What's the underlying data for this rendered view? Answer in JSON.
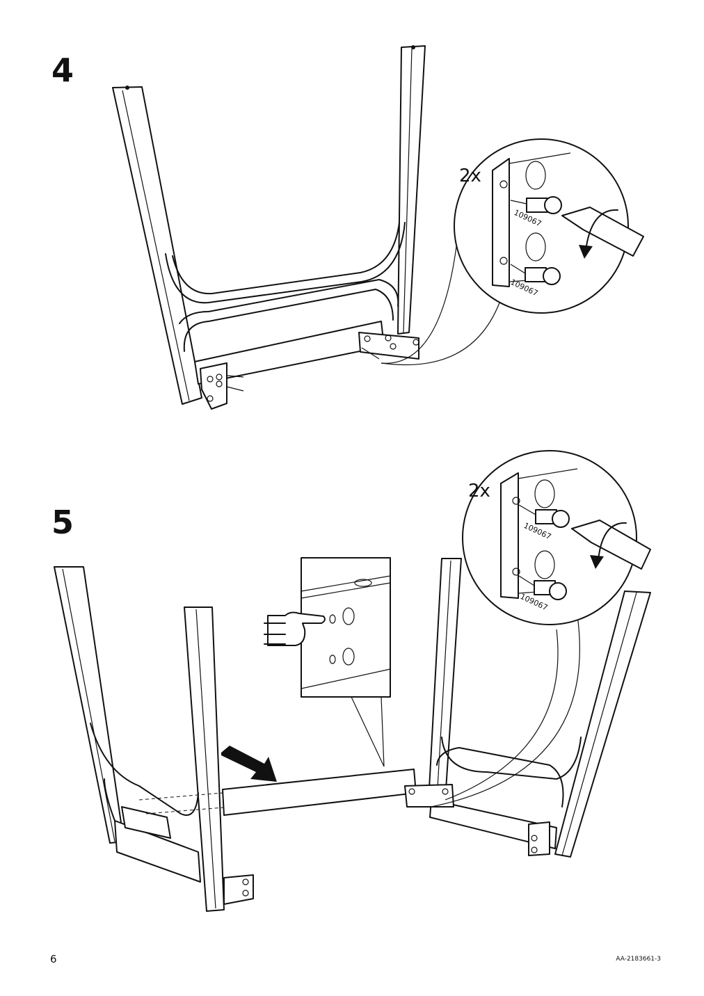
{
  "steps": [
    {
      "number": "4",
      "quantity": "2x",
      "part_labels": [
        "109067",
        "109067"
      ]
    },
    {
      "number": "5",
      "quantity": "2x",
      "part_labels": [
        "109067",
        "109067"
      ]
    }
  ],
  "footer": {
    "page_number": "6",
    "doc_id": "AA-2183661-3"
  },
  "icons": {
    "step4_callout": "screw-insertion-detail-icon",
    "step5_callout": "screw-insertion-detail-icon",
    "step5_hole_detail": "pointing-hand-hole-orientation-icon",
    "step5_arrow": "push-direction-arrow-icon"
  }
}
